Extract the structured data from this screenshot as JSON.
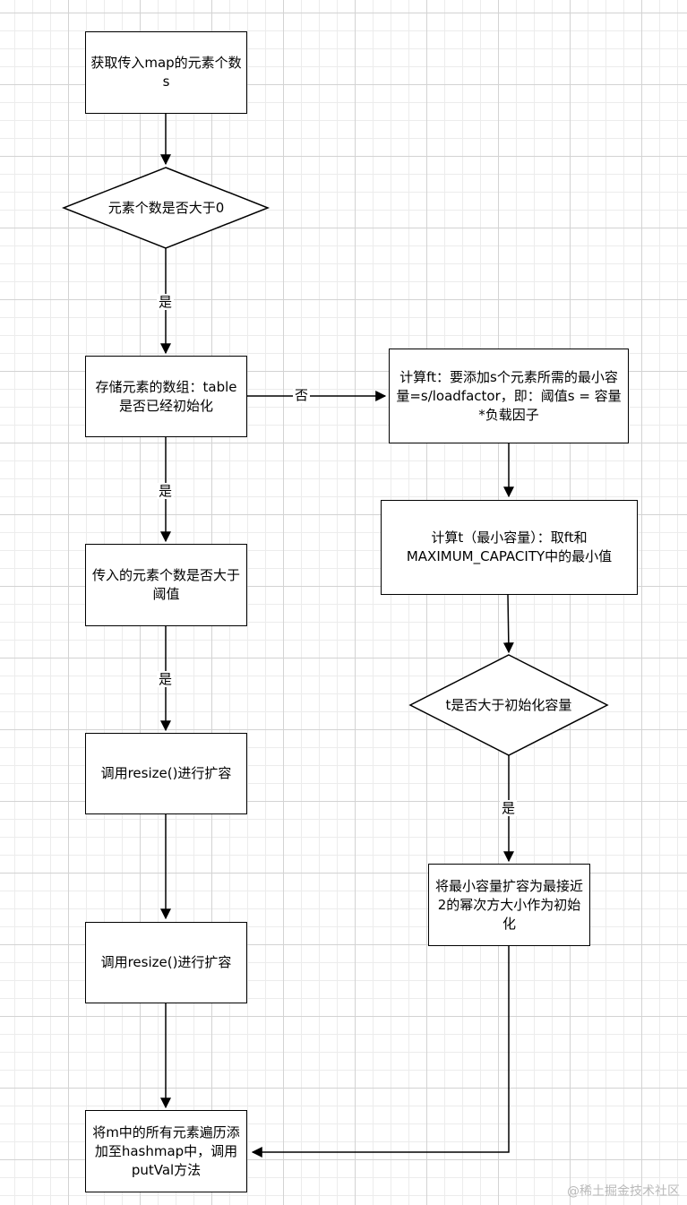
{
  "nodes": {
    "get_size": "获取传入map的元素个数s",
    "size_gt_zero": "元素个数是否大于0",
    "table_initialized": "存储元素的数组：table是否已经初始化",
    "exceeds_threshold": "传入的元素个数是否大于阈值",
    "resize_1": "调用resize()进行扩容",
    "resize_2": "调用resize()进行扩容",
    "put_all": "将m中的所有元素遍历添加至hashmap中，调用putVal方法",
    "compute_ft": "计算ft：要添加s个元素所需的最小容量=s/loadfactor，即：阈值s = 容量*负载因子",
    "compute_t": "计算t（最小容量）：取ft和MAXIMUM_CAPACITY中的最小值",
    "t_gt_init": "t是否大于初始化容量",
    "round_pow2": "将最小容量扩容为最接近2的幂次方大小作为初始化"
  },
  "edge_labels": {
    "yes_1": "是",
    "yes_2": "是",
    "yes_3": "是",
    "no_1": "否",
    "yes_4": "是"
  },
  "watermark": "@稀土掘金技术社区",
  "colors": {
    "stroke": "#000000",
    "grid_major": "#d3d3d3",
    "grid_minor": "#ececec",
    "background": "#ffffff",
    "watermark": "#b9b9b9"
  }
}
